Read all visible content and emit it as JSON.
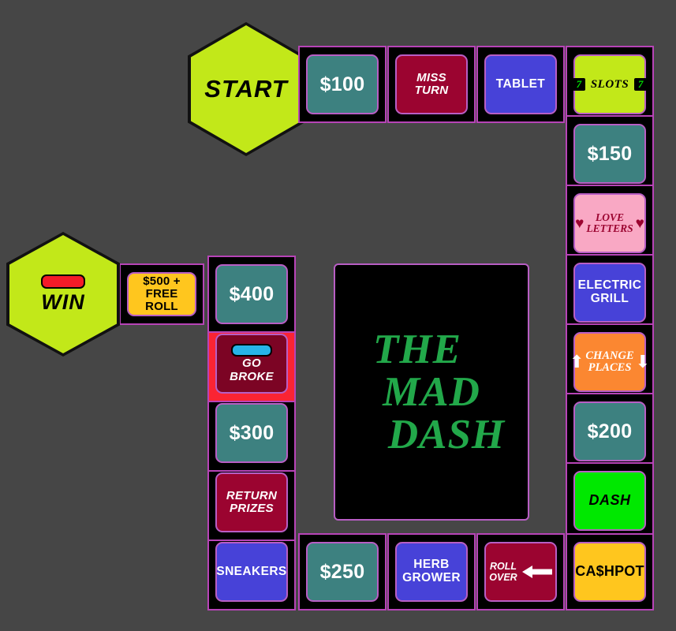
{
  "board": {
    "title": "THE MAD DASH",
    "background_color": "#464646",
    "border_color": "#b744b7",
    "logo": {
      "line1": "THE",
      "line2": "MAD",
      "line3": "DASH",
      "color": "#22a84a",
      "panel_color": "#000000"
    },
    "start": {
      "label": "START",
      "color": "#c2e819"
    },
    "win": {
      "label": "WIN",
      "color": "#c2e819",
      "bar_color": "#f41b28"
    },
    "top_row": [
      {
        "label": "$100",
        "type": "money",
        "color": "#3d8180"
      },
      {
        "label_line1": "MISS",
        "label_line2": "TURN",
        "type": "penalty",
        "color": "#9b0430"
      },
      {
        "label": "TABLET",
        "type": "prize",
        "color": "#4742d8"
      },
      {
        "label": "SLOTS",
        "type": "special",
        "color": "#c2e819",
        "badge": "7"
      }
    ],
    "right_column": [
      {
        "label": "$150",
        "type": "money",
        "color": "#3d8180"
      },
      {
        "label_line1": "LOVE",
        "label_line2": "LETTERS",
        "type": "special",
        "color": "#f9a8c4",
        "icon": "heart-icon"
      },
      {
        "label_line1": "ELECTRIC",
        "label_line2": "GRILL",
        "type": "prize",
        "color": "#4742d8"
      },
      {
        "label_line1": "CHANGE",
        "label_line2": "PLACES",
        "type": "action",
        "color": "#fb8731",
        "icon": "up-down-arrow-icon"
      },
      {
        "label": "$200",
        "type": "money",
        "color": "#3d8180"
      },
      {
        "label": "DASH",
        "type": "special",
        "color": "#00e800"
      }
    ],
    "bottom_row": [
      {
        "label": "SNEAKERS",
        "type": "prize",
        "color": "#4742d8"
      },
      {
        "label": "$250",
        "type": "money",
        "color": "#3d8180"
      },
      {
        "label_line1": "HERB",
        "label_line2": "GROWER",
        "type": "prize",
        "color": "#4742d8"
      },
      {
        "label_line1": "ROLL",
        "label_line2": "OVER",
        "type": "action",
        "color": "#9b0430",
        "icon": "left-arrow-icon"
      },
      {
        "label": "CA$HPOT",
        "type": "jackpot",
        "color": "#ffc61e"
      }
    ],
    "left_column": [
      {
        "label_line1": "$500 +",
        "label_line2": "FREE ROLL",
        "type": "jackpot",
        "color": "#ffc61e"
      },
      {
        "label": "$400",
        "type": "money",
        "color": "#3d8180"
      },
      {
        "label_line1": "GO",
        "label_line2": "BROKE",
        "type": "penalty",
        "color": "#7c0424",
        "mat_color": "#fa2433",
        "bar_color": "#27b4e8"
      },
      {
        "label": "$300",
        "type": "money",
        "color": "#3d8180"
      },
      {
        "label_line1": "RETURN",
        "label_line2": "PRIZES",
        "type": "penalty",
        "color": "#9b0430"
      }
    ]
  }
}
